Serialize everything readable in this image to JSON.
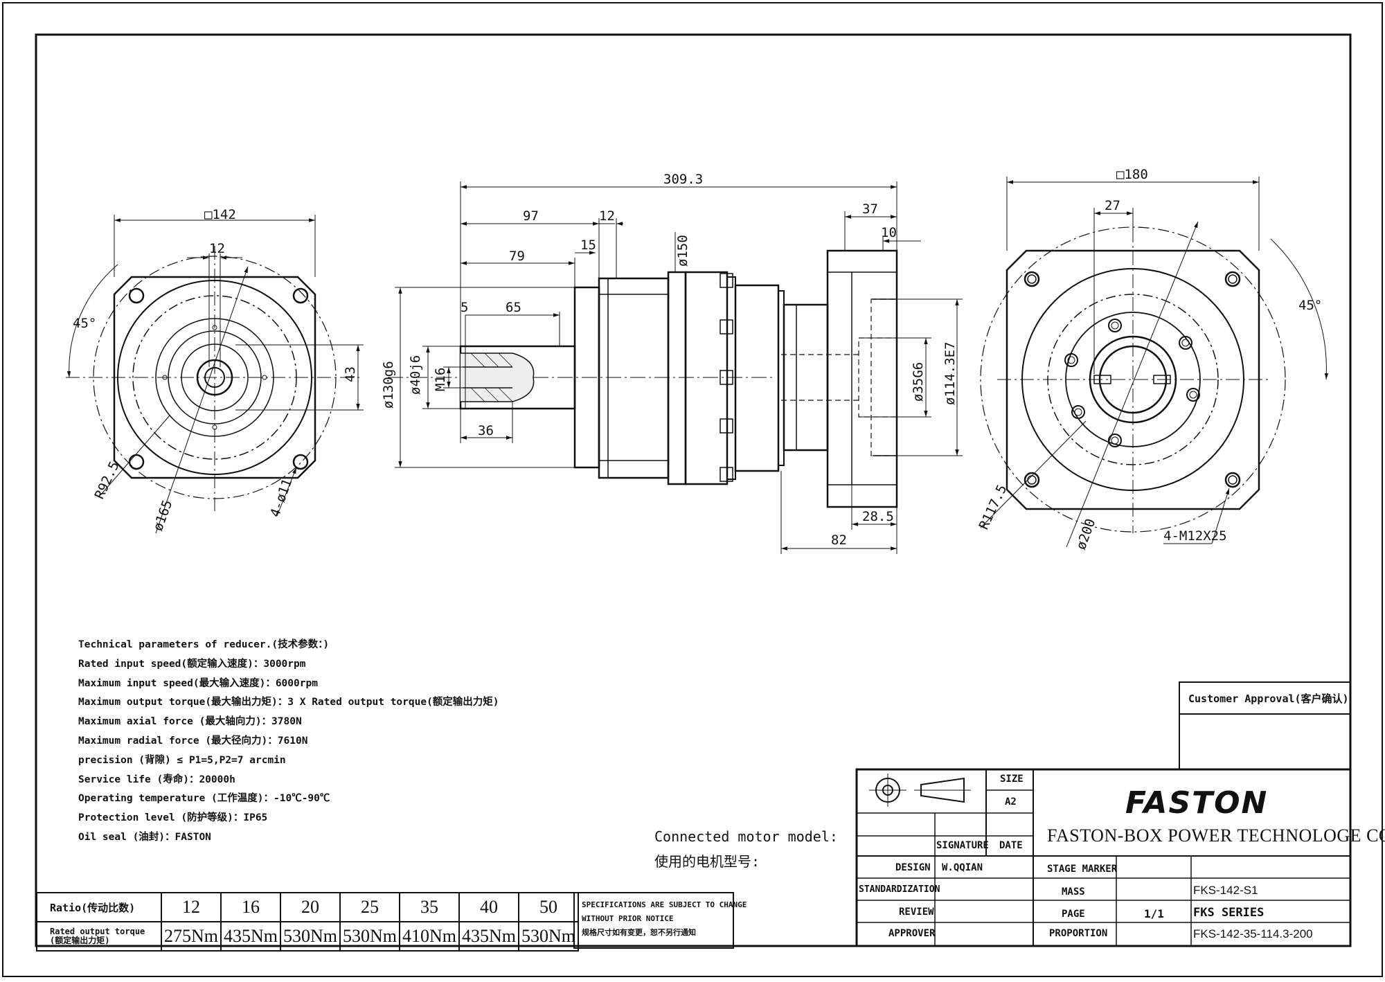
{
  "drawing": {
    "dims_front_left": {
      "square": "□142",
      "key_width": "12",
      "angle": "45°",
      "key_height": "43",
      "radius": "R92.5",
      "bolt_circle": "ø165",
      "holes": "4-ø11"
    },
    "dims_side": {
      "overall_length": "309.3",
      "d97": "97",
      "d12": "12",
      "d79": "79",
      "d15": "15",
      "d5": "5",
      "d65": "65",
      "d36": "36",
      "flange_dia": "ø150",
      "pilot": "ø130g6",
      "shaft": "ø40j6",
      "thread": "M16",
      "d37": "37",
      "d10": "10",
      "bore": "ø35G6",
      "spigot": "ø114.3E7",
      "d28_5": "28.5",
      "d82": "82"
    },
    "dims_front_right": {
      "square": "□180",
      "d27": "27",
      "angle": "45°",
      "radius": "R117.5",
      "bolt_circle": "ø200",
      "threads": "4-M12X25"
    }
  },
  "technical_parameters": {
    "lines": [
      "Technical parameters of reducer.(技术参数：)",
      "Rated input speed(额定输入速度)：3000rpm",
      "Maximum input speed(最大输入速度)：6000rpm",
      "Maximum output torque(最大输出力矩)：3 X Rated output torque(额定输出力矩)",
      "Maximum axial force (最大轴向力)：3780N",
      "Maximum radial force (最大径向力)：7610N",
      "precision (背隙) ≤ P1=5,P2=7 arcmin",
      "Service life (寿命)：20000h",
      "Operating temperature (工作温度)：-10℃-90℃",
      "Protection level (防护等级)：IP65",
      "Oil seal (油封)：FASTON"
    ]
  },
  "motor": {
    "line1": "Connected motor model:",
    "line2": "使用的电机型号:"
  },
  "ratio_table": {
    "row1_label": "Ratio(传动比数)",
    "row2_label_1": "Rated output torque",
    "row2_label_2": "(额定输出力矩)",
    "ratios": [
      "12",
      "16",
      "20",
      "25",
      "35",
      "40",
      "50"
    ],
    "torques": [
      "275Nm",
      "435Nm",
      "530Nm",
      "530Nm",
      "410Nm",
      "435Nm",
      "530Nm"
    ]
  },
  "notice": {
    "line1": "SPECIFICATIONS ARE SUBJECT TO CHANGE",
    "line2": " WITHOUT PRIOR NOTICE",
    "line3": "规格尺寸如有变更，恕不另行通知"
  },
  "title_block": {
    "customer_approval": "Customer Approval(客户确认)",
    "size_label": "SIZE",
    "size_value": "A2",
    "signature": "SIGNATURE",
    "date": "DATE",
    "design": "DESIGN",
    "designer": "W.QQIAN",
    "standardization": "STANDARDIZATION",
    "review": "REVIEW",
    "approver": "APPROVER",
    "stage_marker": "STAGE MARKER",
    "mass": "MASS",
    "page": "PAGE",
    "page_value": "1/1",
    "proportion": "PROPORTION",
    "model": "FKS-142-S1",
    "series": "FKS SERIES",
    "part_number": "FKS-142-35-114.3-200",
    "logo": "FASTON",
    "company": "FASTON-BOX POWER TECHNOLOGE CO. LTD."
  }
}
